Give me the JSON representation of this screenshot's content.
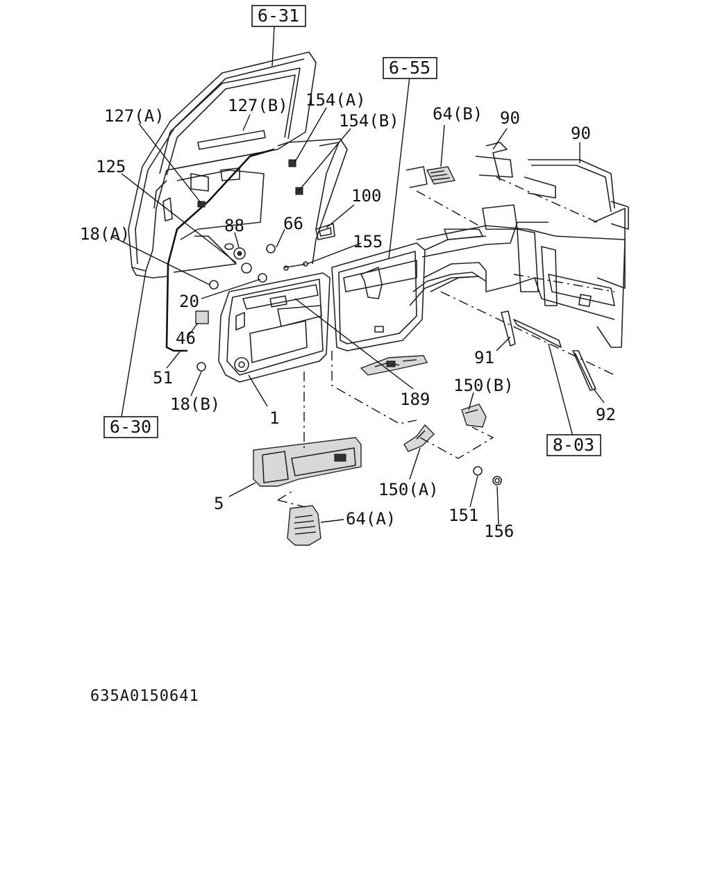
{
  "references": {
    "r631": "6-31",
    "r655": "6-55",
    "r630": "6-30",
    "r803": "8-03"
  },
  "labels": {
    "p127a": "127(A)",
    "p127b": "127(B)",
    "p154a": "154(A)",
    "p154b": "154(B)",
    "p125": "125",
    "p88": "88",
    "p66": "66",
    "p100": "100",
    "p155": "155",
    "p18a": "18(A)",
    "p20": "20",
    "p46": "46",
    "p51": "51",
    "p18b": "18(B)",
    "p1": "1",
    "p189": "189",
    "p64b": "64(B)",
    "p90a": "90",
    "p90b": "90",
    "p91": "91",
    "p92": "92",
    "p150b": "150(B)",
    "p150a": "150(A)",
    "p151": "151",
    "p156": "156",
    "p5": "5",
    "p64a": "64(A)"
  },
  "document_id": "635A0150641"
}
